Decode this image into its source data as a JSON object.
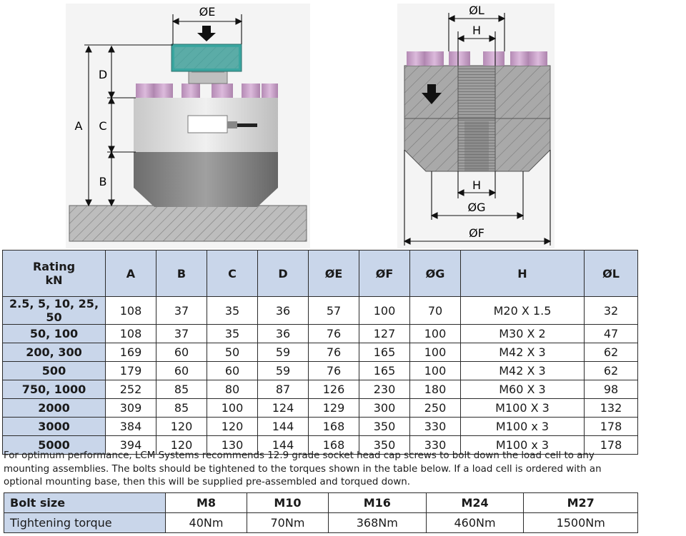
{
  "diagram_left": {
    "labels": {
      "dia_e": "ØE",
      "d": "D",
      "a": "A",
      "c": "C",
      "b": "B"
    }
  },
  "diagram_right": {
    "labels": {
      "dia_l": "ØL",
      "h_top": "H",
      "h_bottom": "H",
      "dia_g": "ØG",
      "dia_f": "ØF"
    }
  },
  "dimensions_table": {
    "headers": [
      "Rating kN",
      "A",
      "B",
      "C",
      "D",
      "ØE",
      "ØF",
      "ØG",
      "H",
      "ØL"
    ],
    "rows": [
      [
        "2.5, 5, 10, 25, 50",
        "108",
        "37",
        "35",
        "36",
        "57",
        "100",
        "70",
        "M20 X 1.5",
        "32"
      ],
      [
        "50, 100",
        "108",
        "37",
        "35",
        "36",
        "76",
        "127",
        "100",
        "M30 X 2",
        "47"
      ],
      [
        "200, 300",
        "169",
        "60",
        "50",
        "59",
        "76",
        "165",
        "100",
        "M42 X 3",
        "62"
      ],
      [
        "500",
        "179",
        "60",
        "60",
        "59",
        "76",
        "165",
        "100",
        "M42 X 3",
        "62"
      ],
      [
        "750, 1000",
        "252",
        "85",
        "80",
        "87",
        "126",
        "230",
        "180",
        "M60 X 3",
        "98"
      ],
      [
        "2000",
        "309",
        "85",
        "100",
        "124",
        "129",
        "300",
        "250",
        "M100 X 3",
        "132"
      ],
      [
        "3000",
        "384",
        "120",
        "120",
        "144",
        "168",
        "350",
        "330",
        "M100 x 3",
        "178"
      ],
      [
        "5000",
        "394",
        "120",
        "130",
        "144",
        "168",
        "350",
        "330",
        "M100 x 3",
        "178"
      ]
    ]
  },
  "note": "For optimum performance, LCM Systems recommends 12.9 grade socket head cap screws to bolt down the load cell to any mounting assemblies. The bolts should be tightened to the torques shown in the table below. If a load cell is ordered with an optional mounting base, then this will be supplied pre-assembled and torqued down.",
  "torque_table": {
    "size_label": "Bolt size",
    "torque_label": "Tightening torque",
    "sizes": [
      "M8",
      "M10",
      "M16",
      "M24",
      "M27"
    ],
    "torques": [
      "40Nm",
      "70Nm",
      "368Nm",
      "460Nm",
      "1500Nm"
    ]
  },
  "colors": {
    "header_fill": "#c9d6ea",
    "bolt_purple": "#c9a3c9",
    "platen_teal": "#3aa6a0",
    "metal_grey": "#9a9a9a"
  }
}
